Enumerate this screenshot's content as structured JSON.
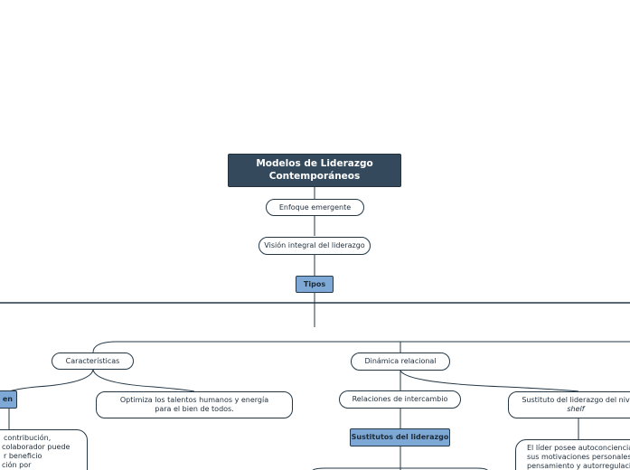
{
  "root": {
    "line1": "Modelos de Liderazgo",
    "line2": "Contemporáneos"
  },
  "chain": {
    "enfoque": "Enfoque emergente",
    "vision": "Visión integral del liderazgo",
    "tipos": "Tipos"
  },
  "left": {
    "caracteristicas": "Características",
    "partial_blue": "en",
    "optimiza_line1": "Optimiza los talentos humanos y energía",
    "optimiza_line2": "para el bien de todos.",
    "frag_lines": [
      "contribución,",
      "colaborador puede",
      "r beneficio",
      "ción por"
    ]
  },
  "center": {
    "dinamica": "Dinámica relacional",
    "relaciones": "Relaciones de intercambio",
    "sustitutos": "Sustitutos del liderazgo"
  },
  "right": {
    "sustituto_line1": "Sustituto del liderazgo del niv",
    "sustituto_line2": "shelf",
    "lider_lines": [
      "El líder posee autoconciencia,",
      "sus motivaciones personales,",
      "pensamiento y autorregulació"
    ]
  },
  "colors": {
    "root_bg": "#344a5c",
    "accent_blue": "#7ea9d6",
    "line": "#233746"
  }
}
